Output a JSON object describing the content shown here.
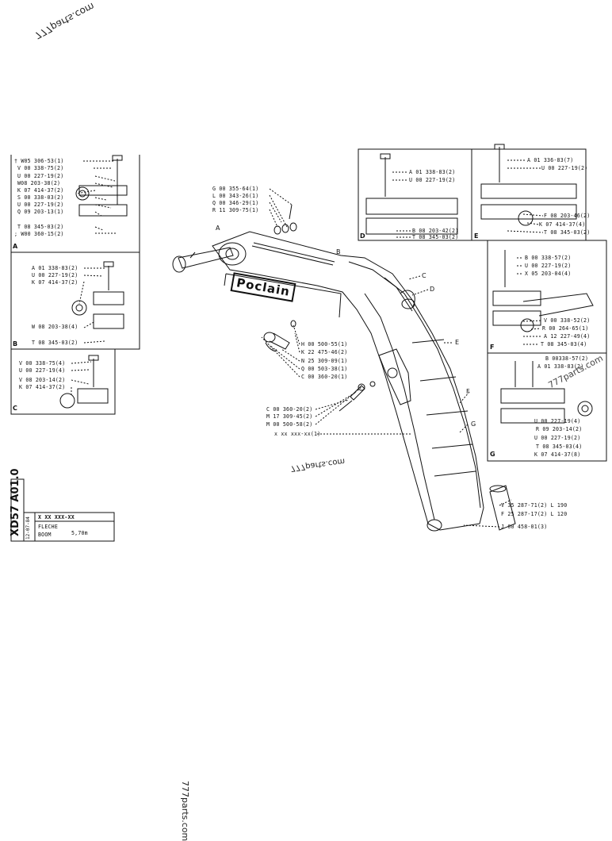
{
  "watermarks": [
    "777parts.com",
    "777parts.com",
    "777parts.com",
    "777parts.com"
  ],
  "brand": "Poclain",
  "panels": {
    "A_letter": "A",
    "B_letter": "B",
    "C_letter": "C",
    "D_letter": "D",
    "E_letter": "E",
    "F_letter": "F",
    "G_letter": "G"
  },
  "panel_A": [
    "† W05 306-53(1)",
    "V 00 338-75(2)",
    "U 00 227-19(2)",
    "W08 203-38(2)",
    "K 07 414-37(2)",
    "S 00 338-03(2)",
    "U 00 227-19(2)",
    "Q 09 203-13(1)",
    "T 08 345-03(2)",
    "; W00 360-15(2)"
  ],
  "panel_B": [
    "A 01 338-83(2)",
    "U 00 227-19(2)",
    "K 07 414-37(2)",
    "W 08 203-38(4)",
    "T 08 345-03(2)"
  ],
  "panel_C": [
    "V 00 338-75(4)",
    "U 00 227-19(4)",
    "V 08 203-14(2)",
    "K 07 414-37(2)"
  ],
  "panel_D": [
    "A 01 338-83(2)",
    "U 00 227-19(2)",
    "B 08 203-42(2)",
    "T 08 345-03(2)"
  ],
  "panel_E": [
    "A 01 336-83(7)",
    "U 00 227-19(2)",
    "F 08 203-46(2)",
    "K 07 414-37(4)",
    "T 08 345-03(2)"
  ],
  "panel_F": [
    "B 00 338-57(2)",
    "U 00 227-19(2)",
    "X 05 203-04(4)",
    "V 00 338-52(2)",
    "R 00 264-65(1)",
    "A 12 227-49(4)",
    "T 08 345-03(4)"
  ],
  "panel_G": [
    "B 00338-57(2)",
    "A 01 338-83(2)",
    "U 00 227-19(4)",
    "R 09 203-14(2)",
    "U 00 227-19(2)",
    "T 08 345-03(4)",
    "K 07 414-37(8)"
  ],
  "top_group": [
    "G 00 355-64(1)",
    "L 00 343-26(1)",
    "Q 00 346-29(1)",
    "R 11 309-75(1)"
  ],
  "mid_group": [
    "H 00 500-55(1)",
    "K 22 475-46(2)",
    "N 25 309-09(1)",
    "Q 00 503-38(1)",
    "C 00 360-20(1)"
  ],
  "low_group": [
    "C 00 360-20(2)",
    "M 17 309-45(2)",
    "M 00 500-58(2)",
    "x xx xxx-xx(1)"
  ],
  "right_group": [
    "V 35 287-71(2) L 190",
    "F 25 287-17(2) L 120",
    "J 00 458-01(3)"
  ],
  "boom_callouts": [
    "A",
    "B",
    "C",
    "D",
    "E",
    "F",
    "G"
  ],
  "title_block": {
    "code": "XD57 A01.0",
    "date": "12-07-84",
    "ref": "X XX XXX-XX",
    "title_fr": "FLECHE",
    "title_en": "BOOM",
    "length": "5,70m"
  }
}
